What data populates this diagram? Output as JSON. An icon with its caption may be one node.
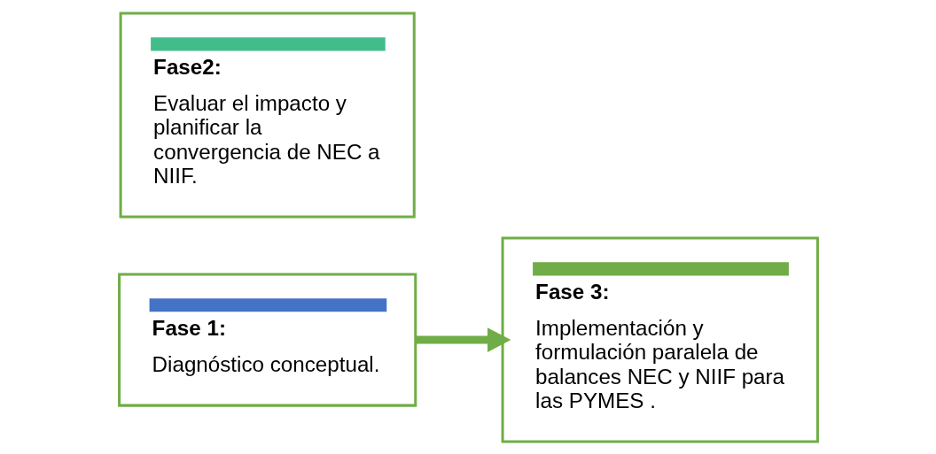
{
  "diagram": {
    "nodes": [
      {
        "text": [
          "Fase 1:",
          "Diagnóstico conceptual."
        ]
      },
      {
        "text": [
          "Fase2:",
          "Evaluar el impacto y planificar la convergencia de NEC a NIIF."
        ]
      },
      {
        "text": [
          "Fase 3:",
          "Implementación y formulación paralela de balances NEC y NIIF para las PYMES ."
        ]
      }
    ],
    "edges": [
      {
        "from": 0,
        "to": 2,
        "arrow": "to",
        "color": "#70ad47"
      }
    ]
  }
}
